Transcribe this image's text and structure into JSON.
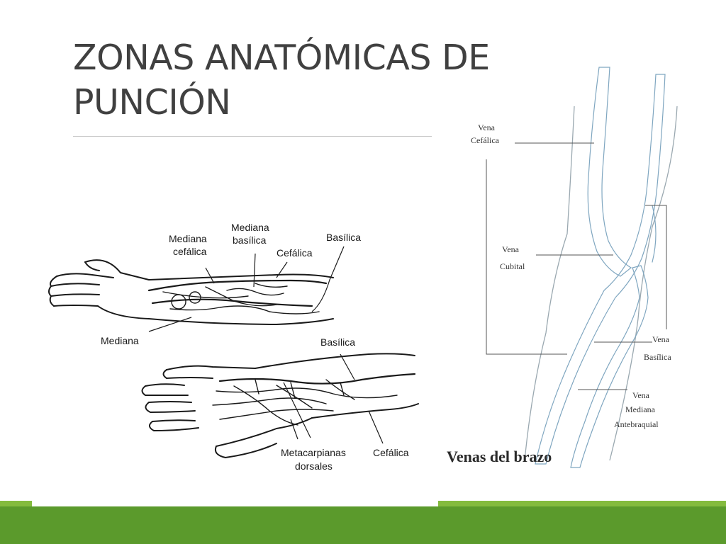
{
  "slide": {
    "title_lines": [
      "ZONAS ANATÓMICAS DE",
      "PUNCIÓN"
    ]
  },
  "figure_left": {
    "labels": {
      "mediana_cefalica_1": "Mediana",
      "mediana_cefalica_2": "cefálica",
      "mediana_basilica_1": "Mediana",
      "mediana_basilica_2": "basílica",
      "cefalica_top": "Cefálica",
      "basilica_top": "Basílica",
      "mediana": "Mediana",
      "basilica_hand": "Basílica",
      "metacarpianas_1": "Metacarpianas",
      "metacarpianas_2": "dorsales",
      "cefalica_hand": "Cefálica"
    }
  },
  "figure_right": {
    "labels": {
      "vena_cefalica_1": "Vena",
      "vena_cefalica_2": "Cefálica",
      "vena_cubital_1": "Vena",
      "vena_cubital_2": "Cubital",
      "vena_basilica_1": "Vena",
      "vena_basilica_2": "Basílica",
      "vena_mediana_1": "Vena",
      "vena_mediana_2": "Mediana",
      "vena_mediana_3": "Antebraquial"
    },
    "caption": "Venas del brazo"
  },
  "colors": {
    "footer_band": "#5b9a2c",
    "footer_strip": "#84bb3e",
    "vein_blue": "#cfe3f0",
    "title_text": "#404040"
  }
}
